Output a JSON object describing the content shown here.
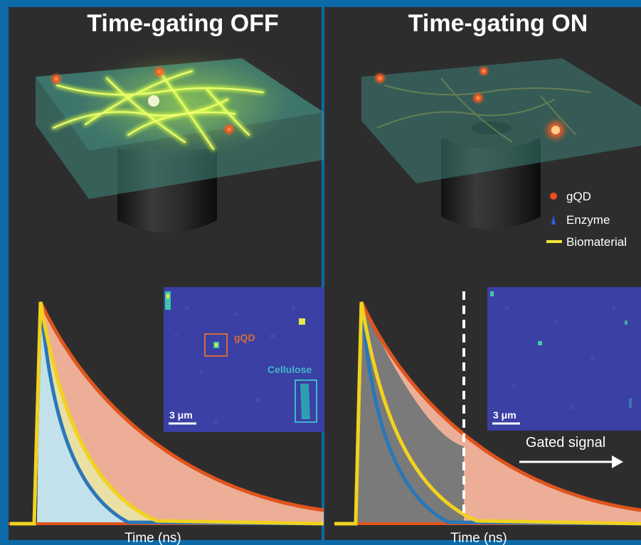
{
  "panels": {
    "left": {
      "title": "Time-gating OFF",
      "xlabel": "Time (ns)"
    },
    "right": {
      "title": "Time-gating ON",
      "xlabel": "Time (ns)"
    }
  },
  "legend": [
    {
      "label": "gQD",
      "color": "#f04a1e",
      "shape": "dot"
    },
    {
      "label": "Enzyme",
      "color": "#2e5fd8",
      "shape": "enzyme"
    },
    {
      "label": "Biomaterial",
      "color": "#f2e63a",
      "shape": "line"
    }
  ],
  "insets": {
    "left": {
      "scale_bar": "3 μm",
      "roi_labels": {
        "gqd": "gQD",
        "cellulose": "Cellulose"
      }
    },
    "right": {
      "scale_bar": "3 μm"
    }
  },
  "gated_signal": "Gated signal",
  "colors": {
    "background": "#2d2d2e",
    "frame": "#0d6aa8",
    "gqd_decay": "#e0541c",
    "enzyme_decay": "#2a77b8",
    "biomaterial_decay": "#f2d21e"
  }
}
